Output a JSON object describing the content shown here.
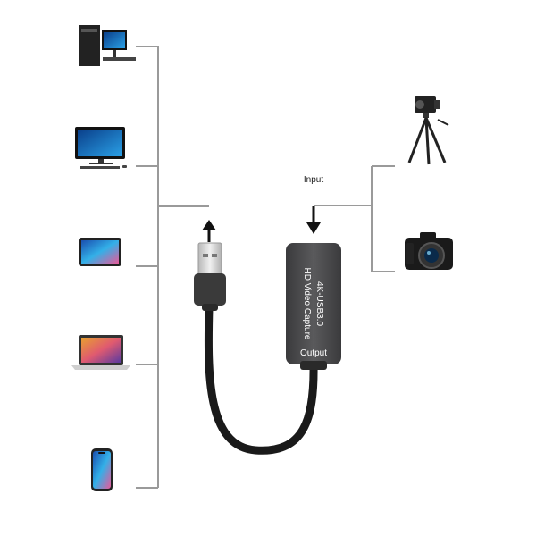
{
  "devices_left": [
    {
      "name": "desktop-tower",
      "icon": "desktop-computer-icon"
    },
    {
      "name": "all-in-one",
      "icon": "monitor-icon"
    },
    {
      "name": "tablet",
      "icon": "tablet-icon"
    },
    {
      "name": "laptop",
      "icon": "laptop-icon"
    },
    {
      "name": "smartphone",
      "icon": "smartphone-icon"
    }
  ],
  "devices_right": [
    {
      "name": "video-camera",
      "icon": "video-camera-tripod-icon"
    },
    {
      "name": "dslr-camera",
      "icon": "camera-icon"
    }
  ],
  "capture_card": {
    "input_label": "Input",
    "model_text": "4K-USB3.0",
    "description_text": "HD Video Capture",
    "output_label": "Output"
  },
  "colors": {
    "connector_line": "#9a9a9a",
    "arrow": "#111111",
    "card_body": "#4a4a4c",
    "cable": "#1a1a1a",
    "usb_plug": "#3a3a3a",
    "usb_metal": "#d8d8d8"
  }
}
